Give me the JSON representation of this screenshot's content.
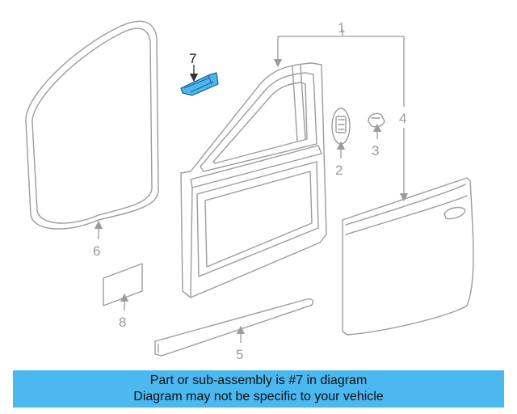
{
  "callouts": {
    "c1": "1",
    "c2": "2",
    "c3": "3",
    "c4": "4",
    "c5": "5",
    "c6": "6",
    "c7": "7",
    "c8": "8"
  },
  "highlight_color": "#4bb8f0",
  "part_line_color": "#9c9c9c",
  "banner": {
    "line1": "Part or sub-assembly is #7 in diagram",
    "line2": "Diagram may not be specific to your vehicle"
  }
}
